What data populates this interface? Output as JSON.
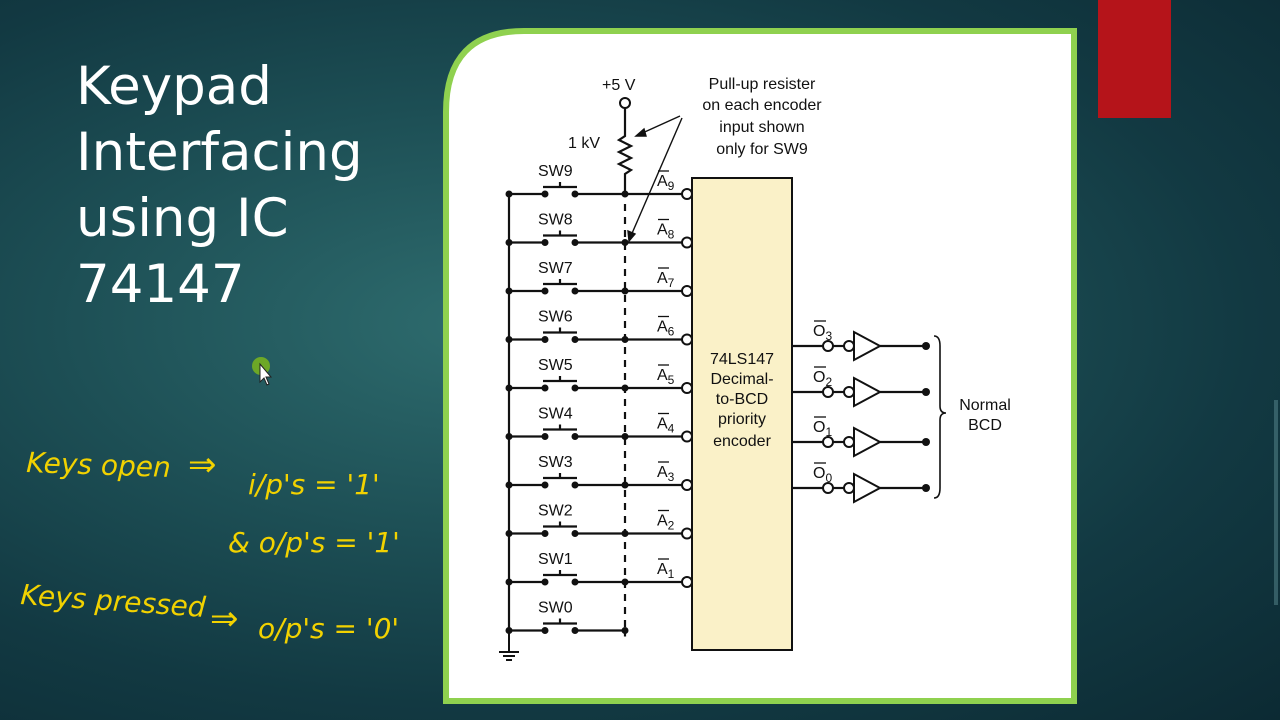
{
  "slide": {
    "title_lines": [
      "Keypad",
      "Interfacing",
      "using IC",
      "74147"
    ]
  },
  "annotations": {
    "line1_left": "Keys open",
    "line1_right": "i/p's = '1'",
    "line2": "& o/p's = '1'",
    "line3_left": "Keys pressed",
    "line3_right": "o/p's = '0'",
    "arrow": "⇒",
    "ink_color": "#f2d200"
  },
  "diagram": {
    "supply_label": "+5 V",
    "resistor_label": "1 kV",
    "pullup_note": [
      "Pull-up resister",
      "on each encoder",
      "input shown",
      "only for SW9"
    ],
    "switches": [
      "SW9",
      "SW8",
      "SW7",
      "SW6",
      "SW5",
      "SW4",
      "SW3",
      "SW2",
      "SW1",
      "SW0"
    ],
    "inputs": [
      {
        "base": "A",
        "sub": "9"
      },
      {
        "base": "A",
        "sub": "8"
      },
      {
        "base": "A",
        "sub": "7"
      },
      {
        "base": "A",
        "sub": "6"
      },
      {
        "base": "A",
        "sub": "5"
      },
      {
        "base": "A",
        "sub": "4"
      },
      {
        "base": "A",
        "sub": "3"
      },
      {
        "base": "A",
        "sub": "2"
      },
      {
        "base": "A",
        "sub": "1"
      }
    ],
    "ic_lines": [
      "74LS147",
      "Decimal-",
      "to-BCD",
      "priority",
      "encoder"
    ],
    "outputs": [
      {
        "base": "O",
        "sub": "3"
      },
      {
        "base": "O",
        "sub": "2"
      },
      {
        "base": "O",
        "sub": "1"
      },
      {
        "base": "O",
        "sub": "0"
      }
    ],
    "output_group_label": [
      "Normal",
      "BCD"
    ]
  },
  "colors": {
    "panel_border": "#8fd14f",
    "ic_fill": "#faf1c8",
    "accent_bar": "#b5141a",
    "cursor_dot": "#7ab51d"
  },
  "icons": {
    "cursor": "mouse-pointer-icon",
    "ground": "ground-icon"
  }
}
